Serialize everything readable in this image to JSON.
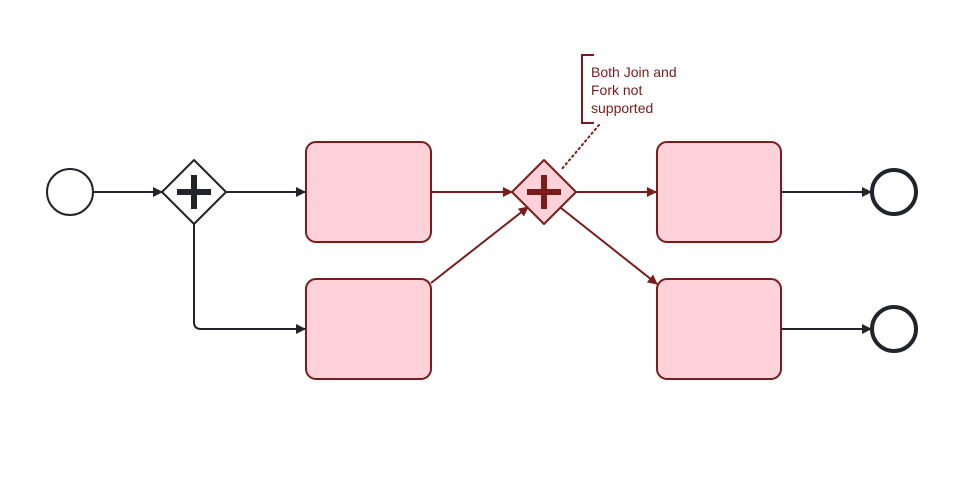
{
  "colors": {
    "default_stroke": "#22242a",
    "error_stroke": "#7a1c1c",
    "error_fill": "#ffd1d8",
    "background": "#ffffff"
  },
  "diagram": {
    "annotation": {
      "text": "Both Join and\nFork not\nsupported"
    },
    "elements": [
      {
        "id": "start-event",
        "type": "start-event",
        "state": "normal"
      },
      {
        "id": "fork-gateway",
        "type": "parallel-gateway",
        "state": "normal"
      },
      {
        "id": "task-top-left",
        "type": "task",
        "state": "error",
        "label": ""
      },
      {
        "id": "task-bottom-left",
        "type": "task",
        "state": "error",
        "label": ""
      },
      {
        "id": "join-fork-gateway",
        "type": "parallel-gateway",
        "state": "error"
      },
      {
        "id": "task-top-right",
        "type": "task",
        "state": "error",
        "label": ""
      },
      {
        "id": "task-bottom-right",
        "type": "task",
        "state": "error",
        "label": ""
      },
      {
        "id": "end-event-top",
        "type": "end-event",
        "state": "normal"
      },
      {
        "id": "end-event-bottom",
        "type": "end-event",
        "state": "normal"
      }
    ],
    "flows": [
      {
        "from": "start-event",
        "to": "fork-gateway",
        "state": "normal"
      },
      {
        "from": "fork-gateway",
        "to": "task-top-left",
        "state": "normal"
      },
      {
        "from": "fork-gateway",
        "to": "task-bottom-left",
        "state": "normal"
      },
      {
        "from": "task-top-left",
        "to": "join-fork-gateway",
        "state": "error"
      },
      {
        "from": "task-bottom-left",
        "to": "join-fork-gateway",
        "state": "error"
      },
      {
        "from": "join-fork-gateway",
        "to": "task-top-right",
        "state": "error"
      },
      {
        "from": "join-fork-gateway",
        "to": "task-bottom-right",
        "state": "error"
      },
      {
        "from": "task-top-right",
        "to": "end-event-top",
        "state": "normal"
      },
      {
        "from": "task-bottom-right",
        "to": "end-event-bottom",
        "state": "normal"
      }
    ]
  }
}
